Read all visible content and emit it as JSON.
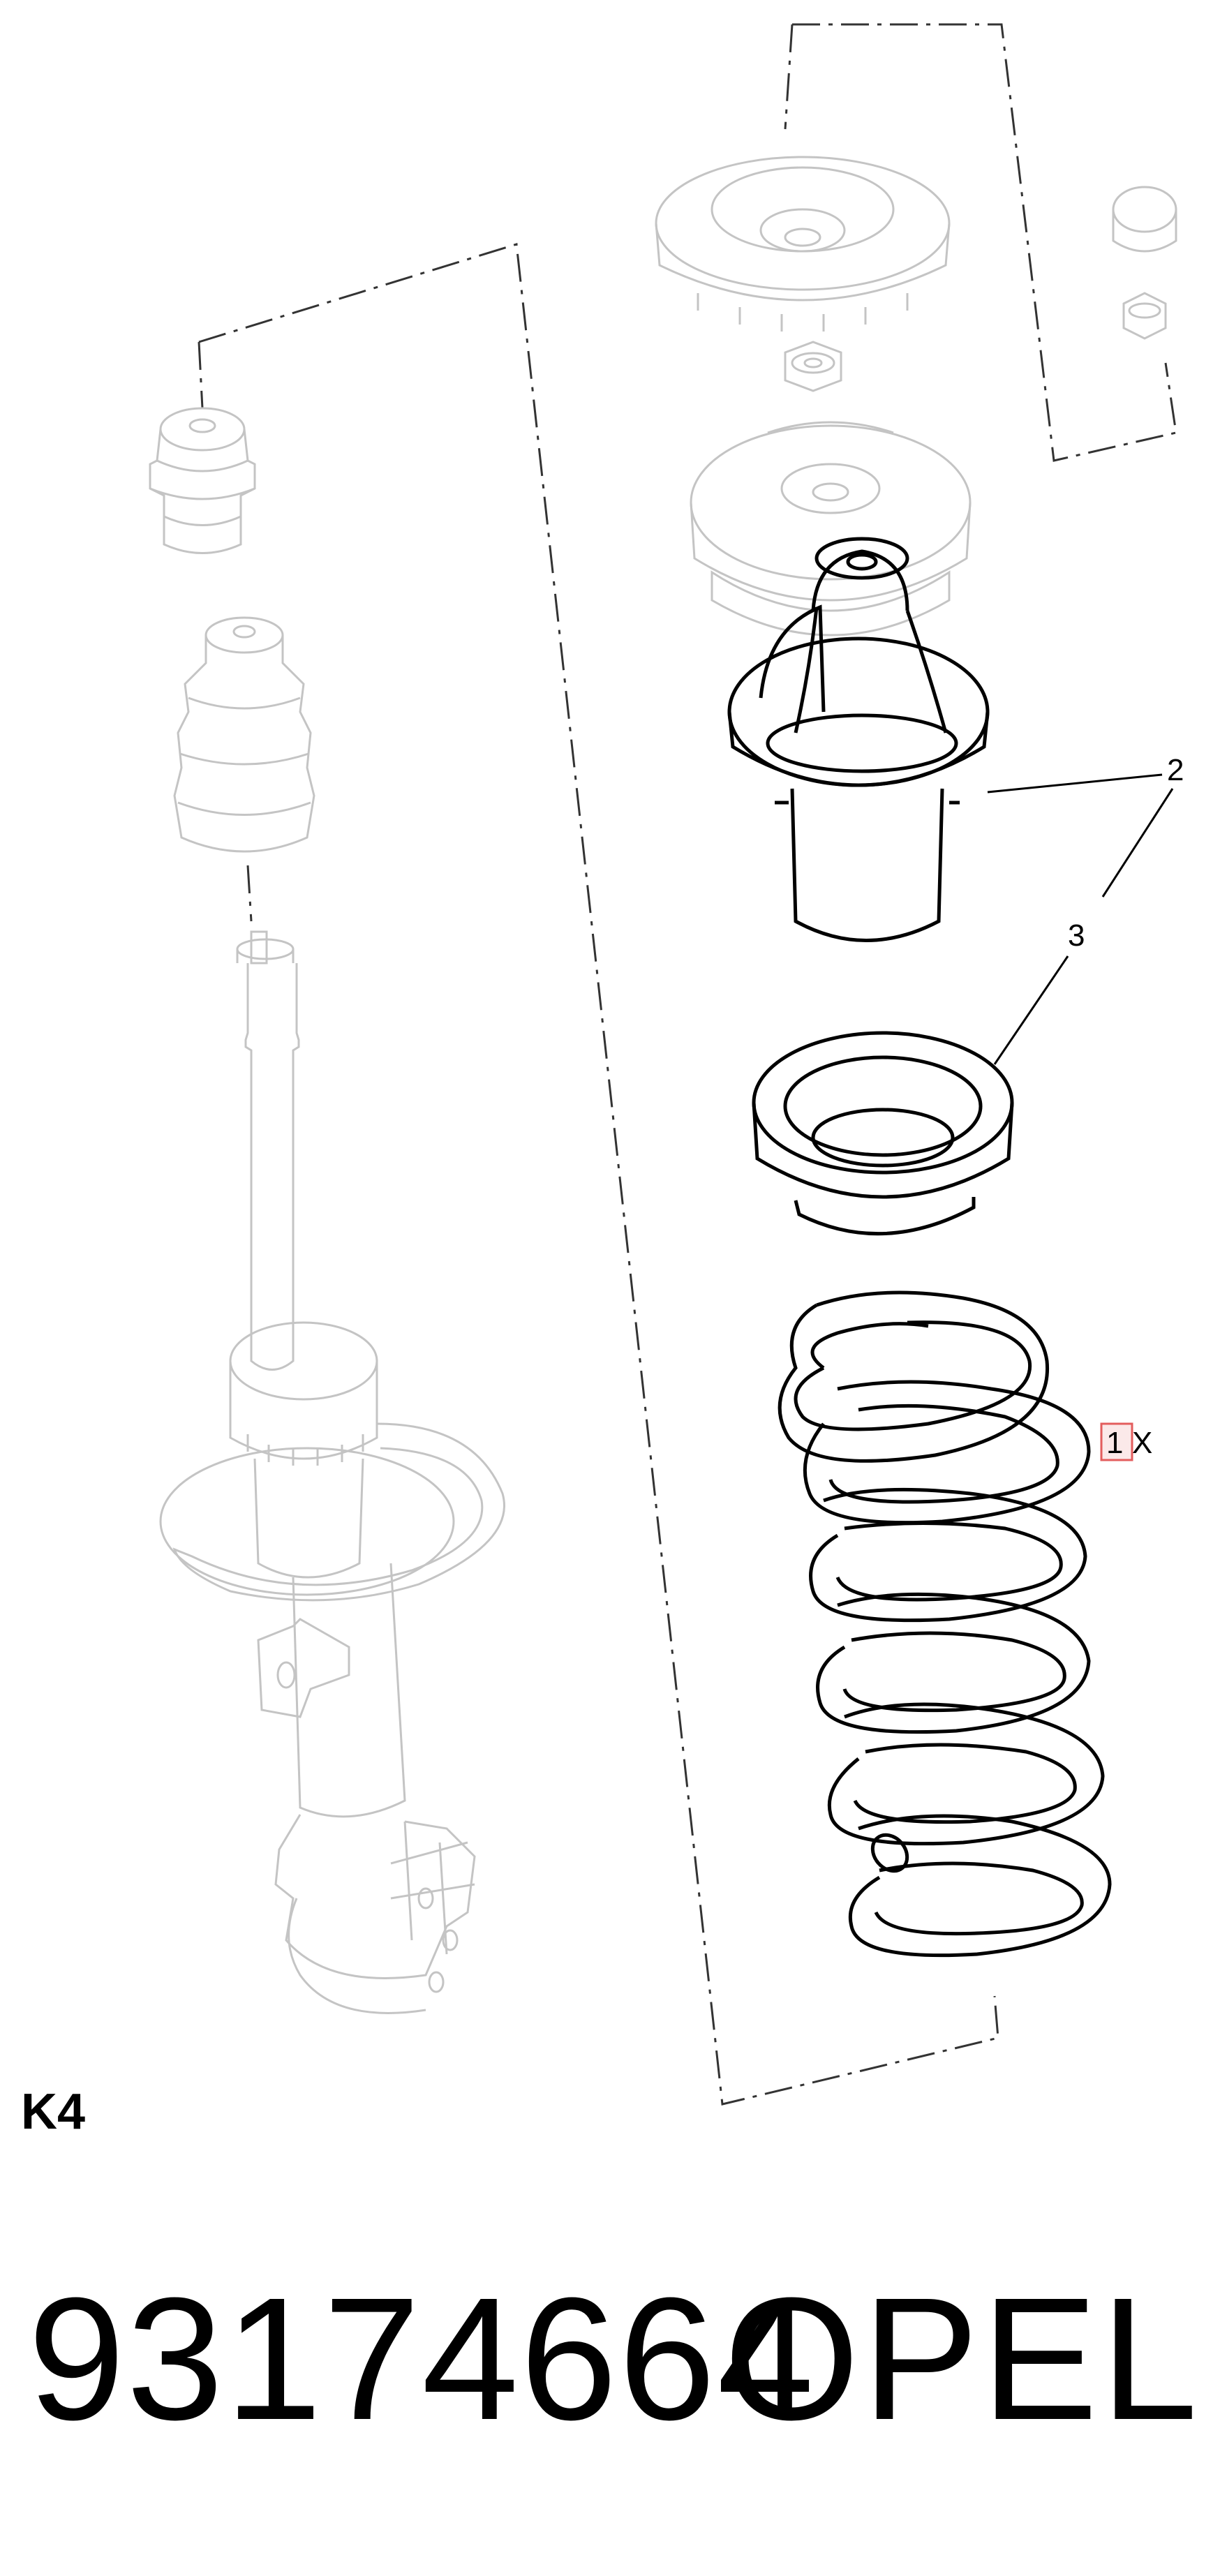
{
  "diagram": {
    "callouts": {
      "part2": "2",
      "part3": "3",
      "part1": "1",
      "part1_qty": "X"
    },
    "page_label": "K4"
  },
  "footer": {
    "part_number": "93174664",
    "brand": "OPEL"
  },
  "colors": {
    "highlight": "#000000",
    "faded": "#bdbdbd",
    "callout_box": "#e35d5d"
  }
}
